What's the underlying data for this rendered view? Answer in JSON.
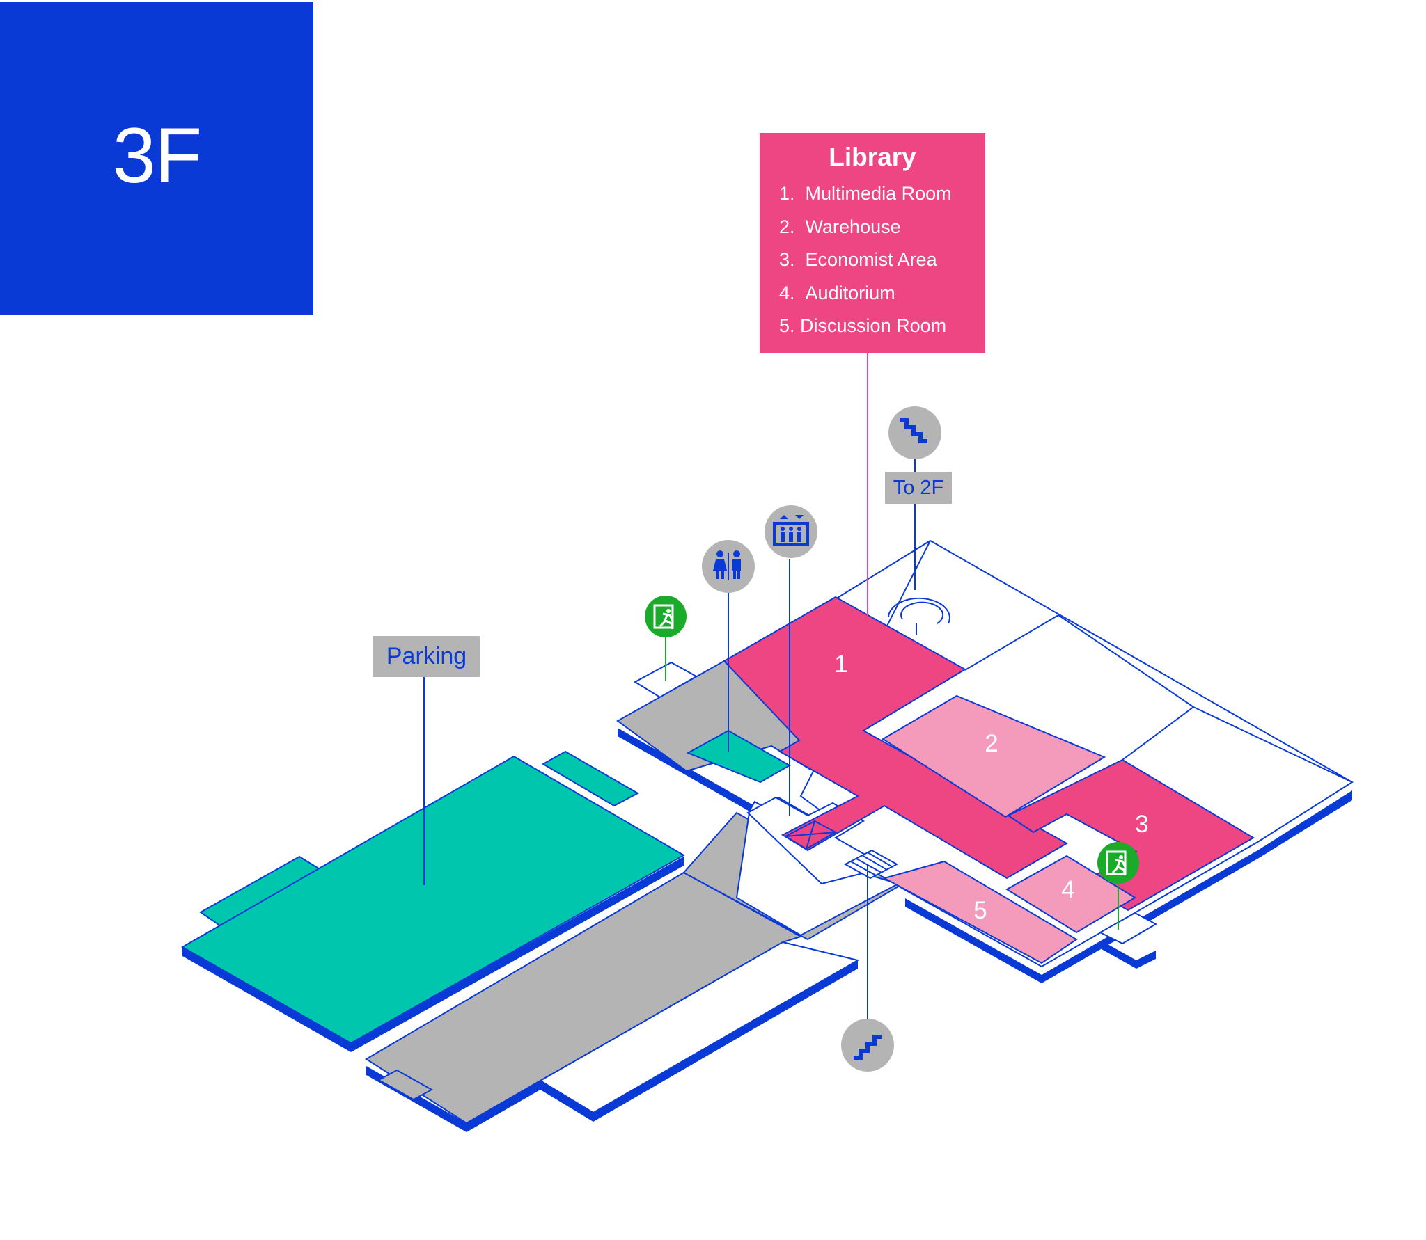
{
  "floor": {
    "label": "3F"
  },
  "legend": {
    "title": "Library",
    "items": [
      {
        "num": "1.",
        "name": "Multimedia Room"
      },
      {
        "num": "2.",
        "name": "Warehouse"
      },
      {
        "num": "3.",
        "name": "Economist Area"
      },
      {
        "num": "4.",
        "name": "Auditorium"
      },
      {
        "num": "5.",
        "name": "Discussion Room"
      }
    ]
  },
  "labels": {
    "parking": "Parking",
    "to_2f": "To 2F"
  },
  "rooms": [
    {
      "number": "1"
    },
    {
      "number": "2"
    },
    {
      "number": "3"
    },
    {
      "number": "4"
    },
    {
      "number": "5"
    }
  ],
  "icons": {
    "stairs_down": "stairs-down-icon",
    "stairs_up": "stairs-up-icon",
    "elevator": "elevator-icon",
    "restroom": "restroom-icon",
    "emergency_exit": "emergency-exit-icon"
  },
  "colors": {
    "brand_blue": "#0a3ad6",
    "library_pink": "#ee4583",
    "light_pink": "#f49aba",
    "parking_teal": "#00c6ad",
    "corridor_gray": "#b4b4b4",
    "icon_gray": "#b4b4b4",
    "exit_green": "#1aab2a",
    "white": "#ffffff"
  }
}
